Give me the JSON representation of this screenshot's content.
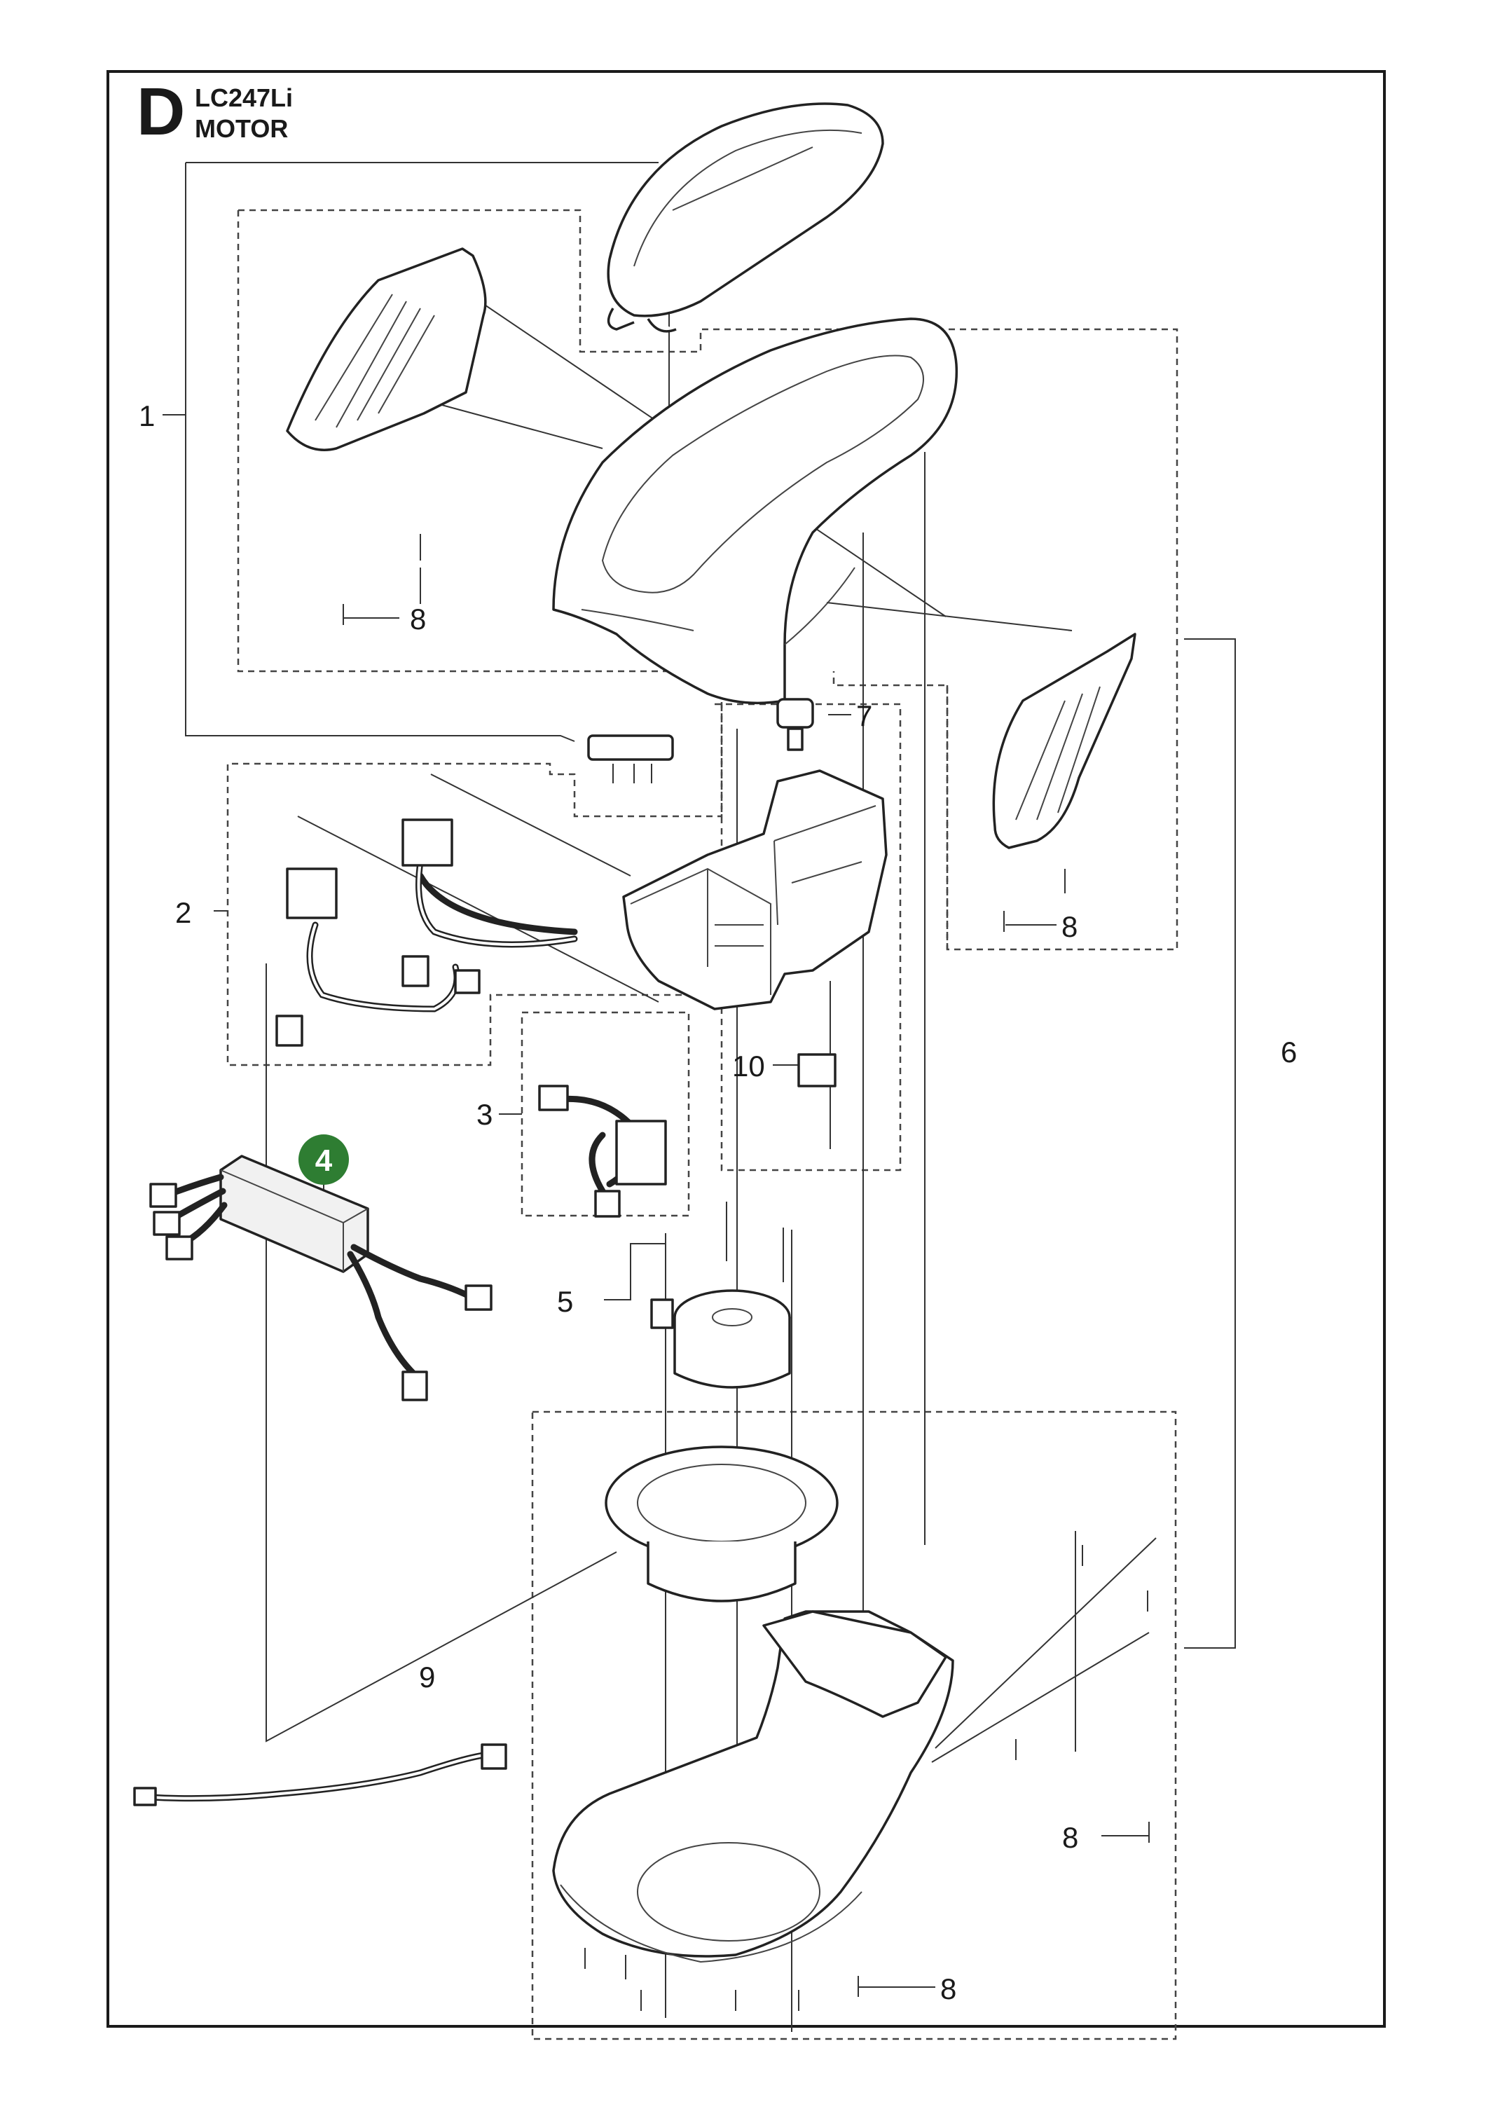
{
  "header": {
    "section_letter": "D",
    "model": "LC247Li",
    "group": "MOTOR"
  },
  "callouts": {
    "c1": "1",
    "c2": "2",
    "c3": "3",
    "c4": "4",
    "c5": "5",
    "c6": "6",
    "c7": "7",
    "c8": "8",
    "c9": "9",
    "c10": "10"
  },
  "colors": {
    "highlight": "#2e7d32",
    "line": "#1a1a1a"
  }
}
